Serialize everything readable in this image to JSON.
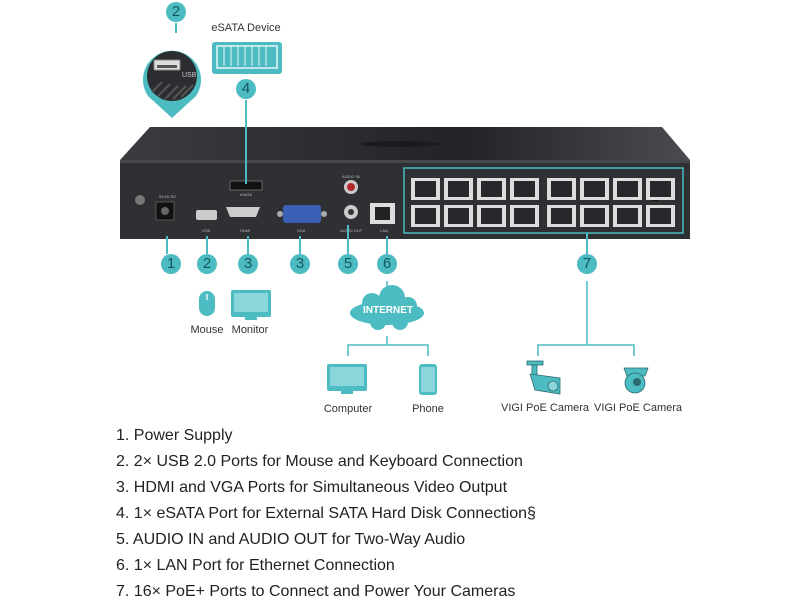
{
  "callouts": {
    "top_usb_badge": "2",
    "usb_zoom_label": "USB",
    "esata_device_label": "eSATA Device",
    "esata_badge": "4",
    "bottom_badges": [
      "1",
      "2",
      "3",
      "3",
      "5",
      "6",
      "7"
    ]
  },
  "device_port_labels": {
    "power": "53.5V DC",
    "usb": "USB",
    "hdmi": "HDMI",
    "vga": "VGA",
    "esata": "eSATA",
    "audio_in": "AUDIO IN",
    "audio_out": "AUDIO OUT",
    "lan": "LAN"
  },
  "peripherals": {
    "mouse": "Mouse",
    "monitor": "Monitor",
    "internet": "INTERNET",
    "computer": "Computer",
    "phone": "Phone",
    "camera_bullet": "VIGI PoE Camera",
    "camera_turret": "VIGI PoE Camera"
  },
  "features": [
    "1. Power Supply",
    "2. 2× USB 2.0 Ports for Mouse and Keyboard Connection",
    "3. HDMI and VGA Ports for Simultaneous Video Output",
    "4. 1× eSATA Port for External SATA Hard Disk Connection§",
    "5. AUDIO IN and AUDIO OUT for Two-Way Audio",
    "6. 1× LAN Port for Ethernet Connection",
    "7. 16× PoE+ Ports to Connect and Power Your Cameras"
  ],
  "colors": {
    "accent": "#4cbcc2",
    "badge_text": "#15585e",
    "device": "#2b2d30"
  }
}
